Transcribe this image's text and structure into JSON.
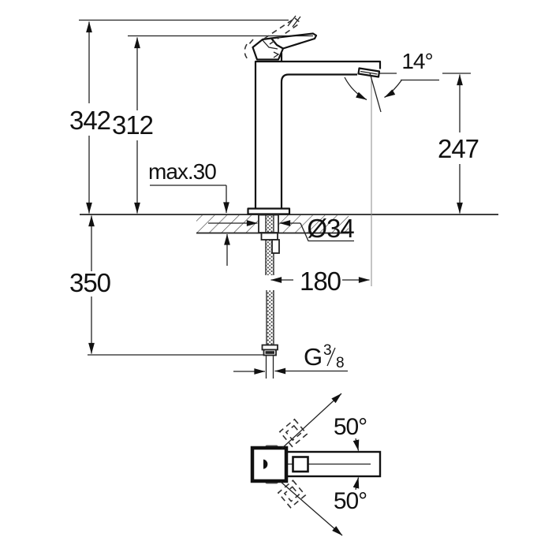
{
  "drawing": {
    "dims": {
      "overall_height": "342",
      "lever_height": "312",
      "counter_thickness": "max.30",
      "aerator_angle": "14°",
      "spout_height": "247",
      "hole_diameter": "Ø34",
      "hose_length": "350",
      "spout_reach": "180",
      "swivel_up": "50°",
      "swivel_down": "50°",
      "thread": {
        "prefix": "G",
        "numerator": "3",
        "slash": "/",
        "denominator": "8"
      }
    }
  }
}
